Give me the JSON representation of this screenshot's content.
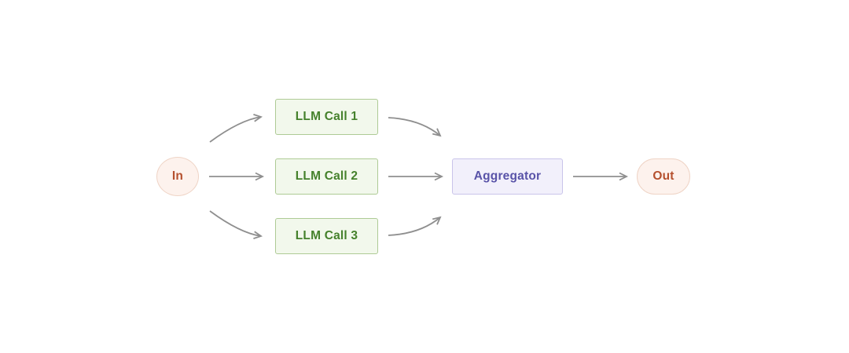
{
  "colors": {
    "background": "#ffffff",
    "arrow": "#8f8f8f",
    "green-fill": "#f2f8ec",
    "green-border": "#aecb95",
    "green-text": "#45812c",
    "purple-fill": "#f2f0fb",
    "purple-border": "#c9c4ea",
    "purple-text": "#5953a8",
    "pink-fill": "#fdf2ed",
    "pink-border": "#efd4c6",
    "pink-text": "#b5502e"
  },
  "nodes": {
    "in": {
      "label": "In"
    },
    "llm1": {
      "label": "LLM Call 1"
    },
    "llm2": {
      "label": "LLM Call 2"
    },
    "llm3": {
      "label": "LLM Call 3"
    },
    "aggregator": {
      "label": "Aggregator"
    },
    "out": {
      "label": "Out"
    }
  },
  "edges": [
    {
      "from": "In",
      "to": "LLM Call 1"
    },
    {
      "from": "In",
      "to": "LLM Call 2"
    },
    {
      "from": "In",
      "to": "LLM Call 3"
    },
    {
      "from": "LLM Call 1",
      "to": "Aggregator"
    },
    {
      "from": "LLM Call 2",
      "to": "Aggregator"
    },
    {
      "from": "LLM Call 3",
      "to": "Aggregator"
    },
    {
      "from": "Aggregator",
      "to": "Out"
    }
  ]
}
